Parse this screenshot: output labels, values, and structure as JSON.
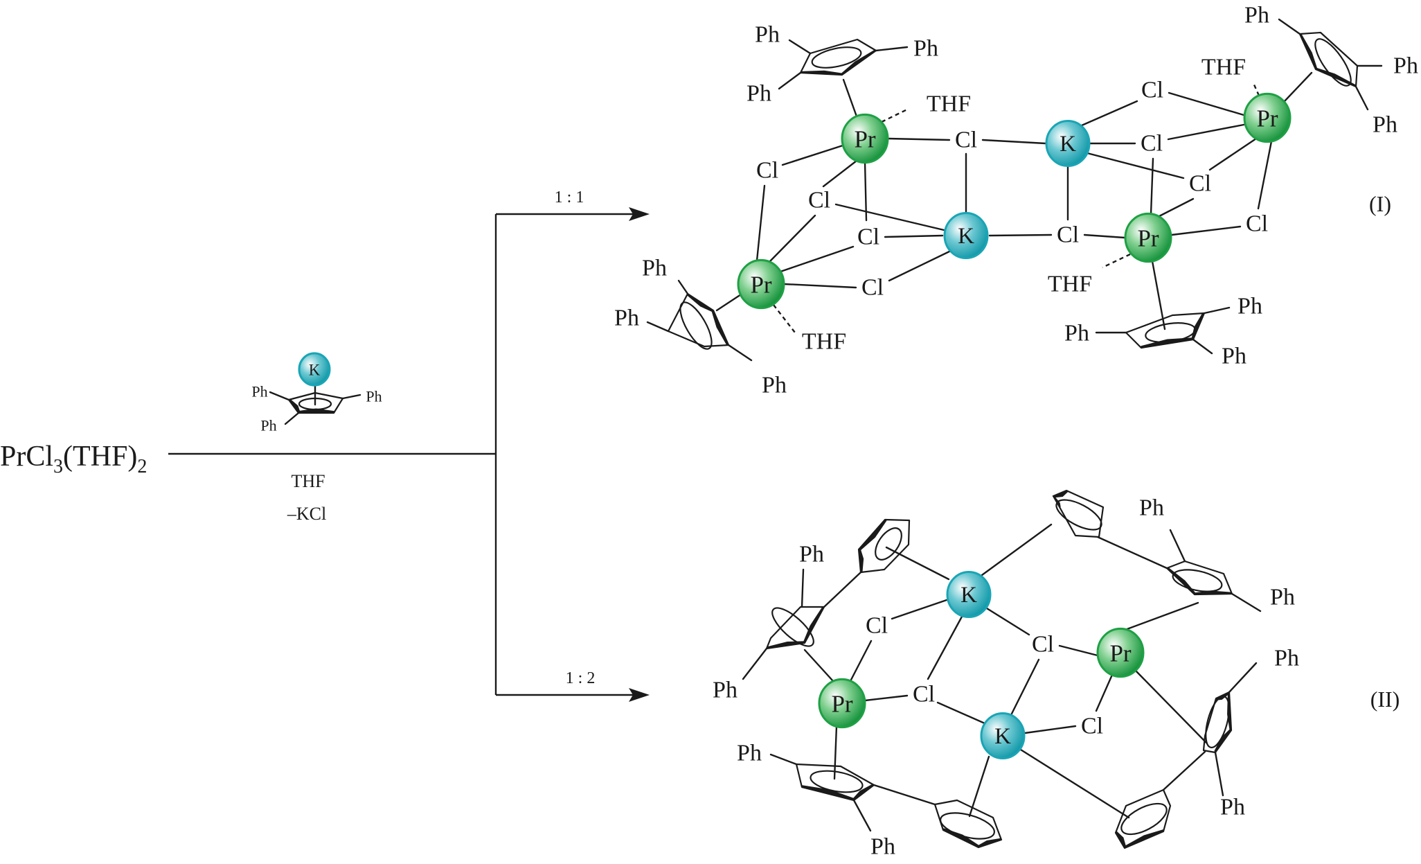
{
  "title": "Reaction scheme: PrCl3(THF)2 with potassium 1,2,4-triphenylcyclopentadienide",
  "colors": {
    "praseodymium": "#1fa045",
    "potassium": "#1aa5b5",
    "ink": "#1a1a1a"
  },
  "reactant": {
    "formula_main": "PrCl",
    "formula_sub1": "3",
    "formula_mid": "(THF)",
    "formula_sub2": "2"
  },
  "reagent": {
    "metal": "K",
    "substituents": [
      "Ph",
      "Ph",
      "Ph"
    ],
    "solvent": "THF",
    "byproduct": "–KCl"
  },
  "branches": [
    {
      "ratio": "1 : 1",
      "product_label": "(I)"
    },
    {
      "ratio": "1 : 2",
      "product_label": "(II)"
    }
  ],
  "product_I": {
    "metals": [
      "Pr",
      "Pr",
      "Pr",
      "Pr",
      "K",
      "K"
    ],
    "chlorides": [
      "Cl",
      "Cl",
      "Cl",
      "Cl",
      "Cl",
      "Cl",
      "Cl",
      "Cl",
      "Cl",
      "Cl"
    ],
    "thf": [
      "THF",
      "THF",
      "THF",
      "THF"
    ],
    "ph": [
      "Ph",
      "Ph",
      "Ph",
      "Ph",
      "Ph",
      "Ph",
      "Ph",
      "Ph",
      "Ph",
      "Ph",
      "Ph",
      "Ph"
    ]
  },
  "product_II": {
    "metals": [
      "K",
      "Pr",
      "Pr",
      "K"
    ],
    "chlorides": [
      "Cl",
      "Cl",
      "Cl",
      "Cl"
    ],
    "ph": [
      "Ph",
      "Ph",
      "Ph",
      "Ph",
      "Ph",
      "Ph",
      "Ph",
      "Ph"
    ]
  }
}
